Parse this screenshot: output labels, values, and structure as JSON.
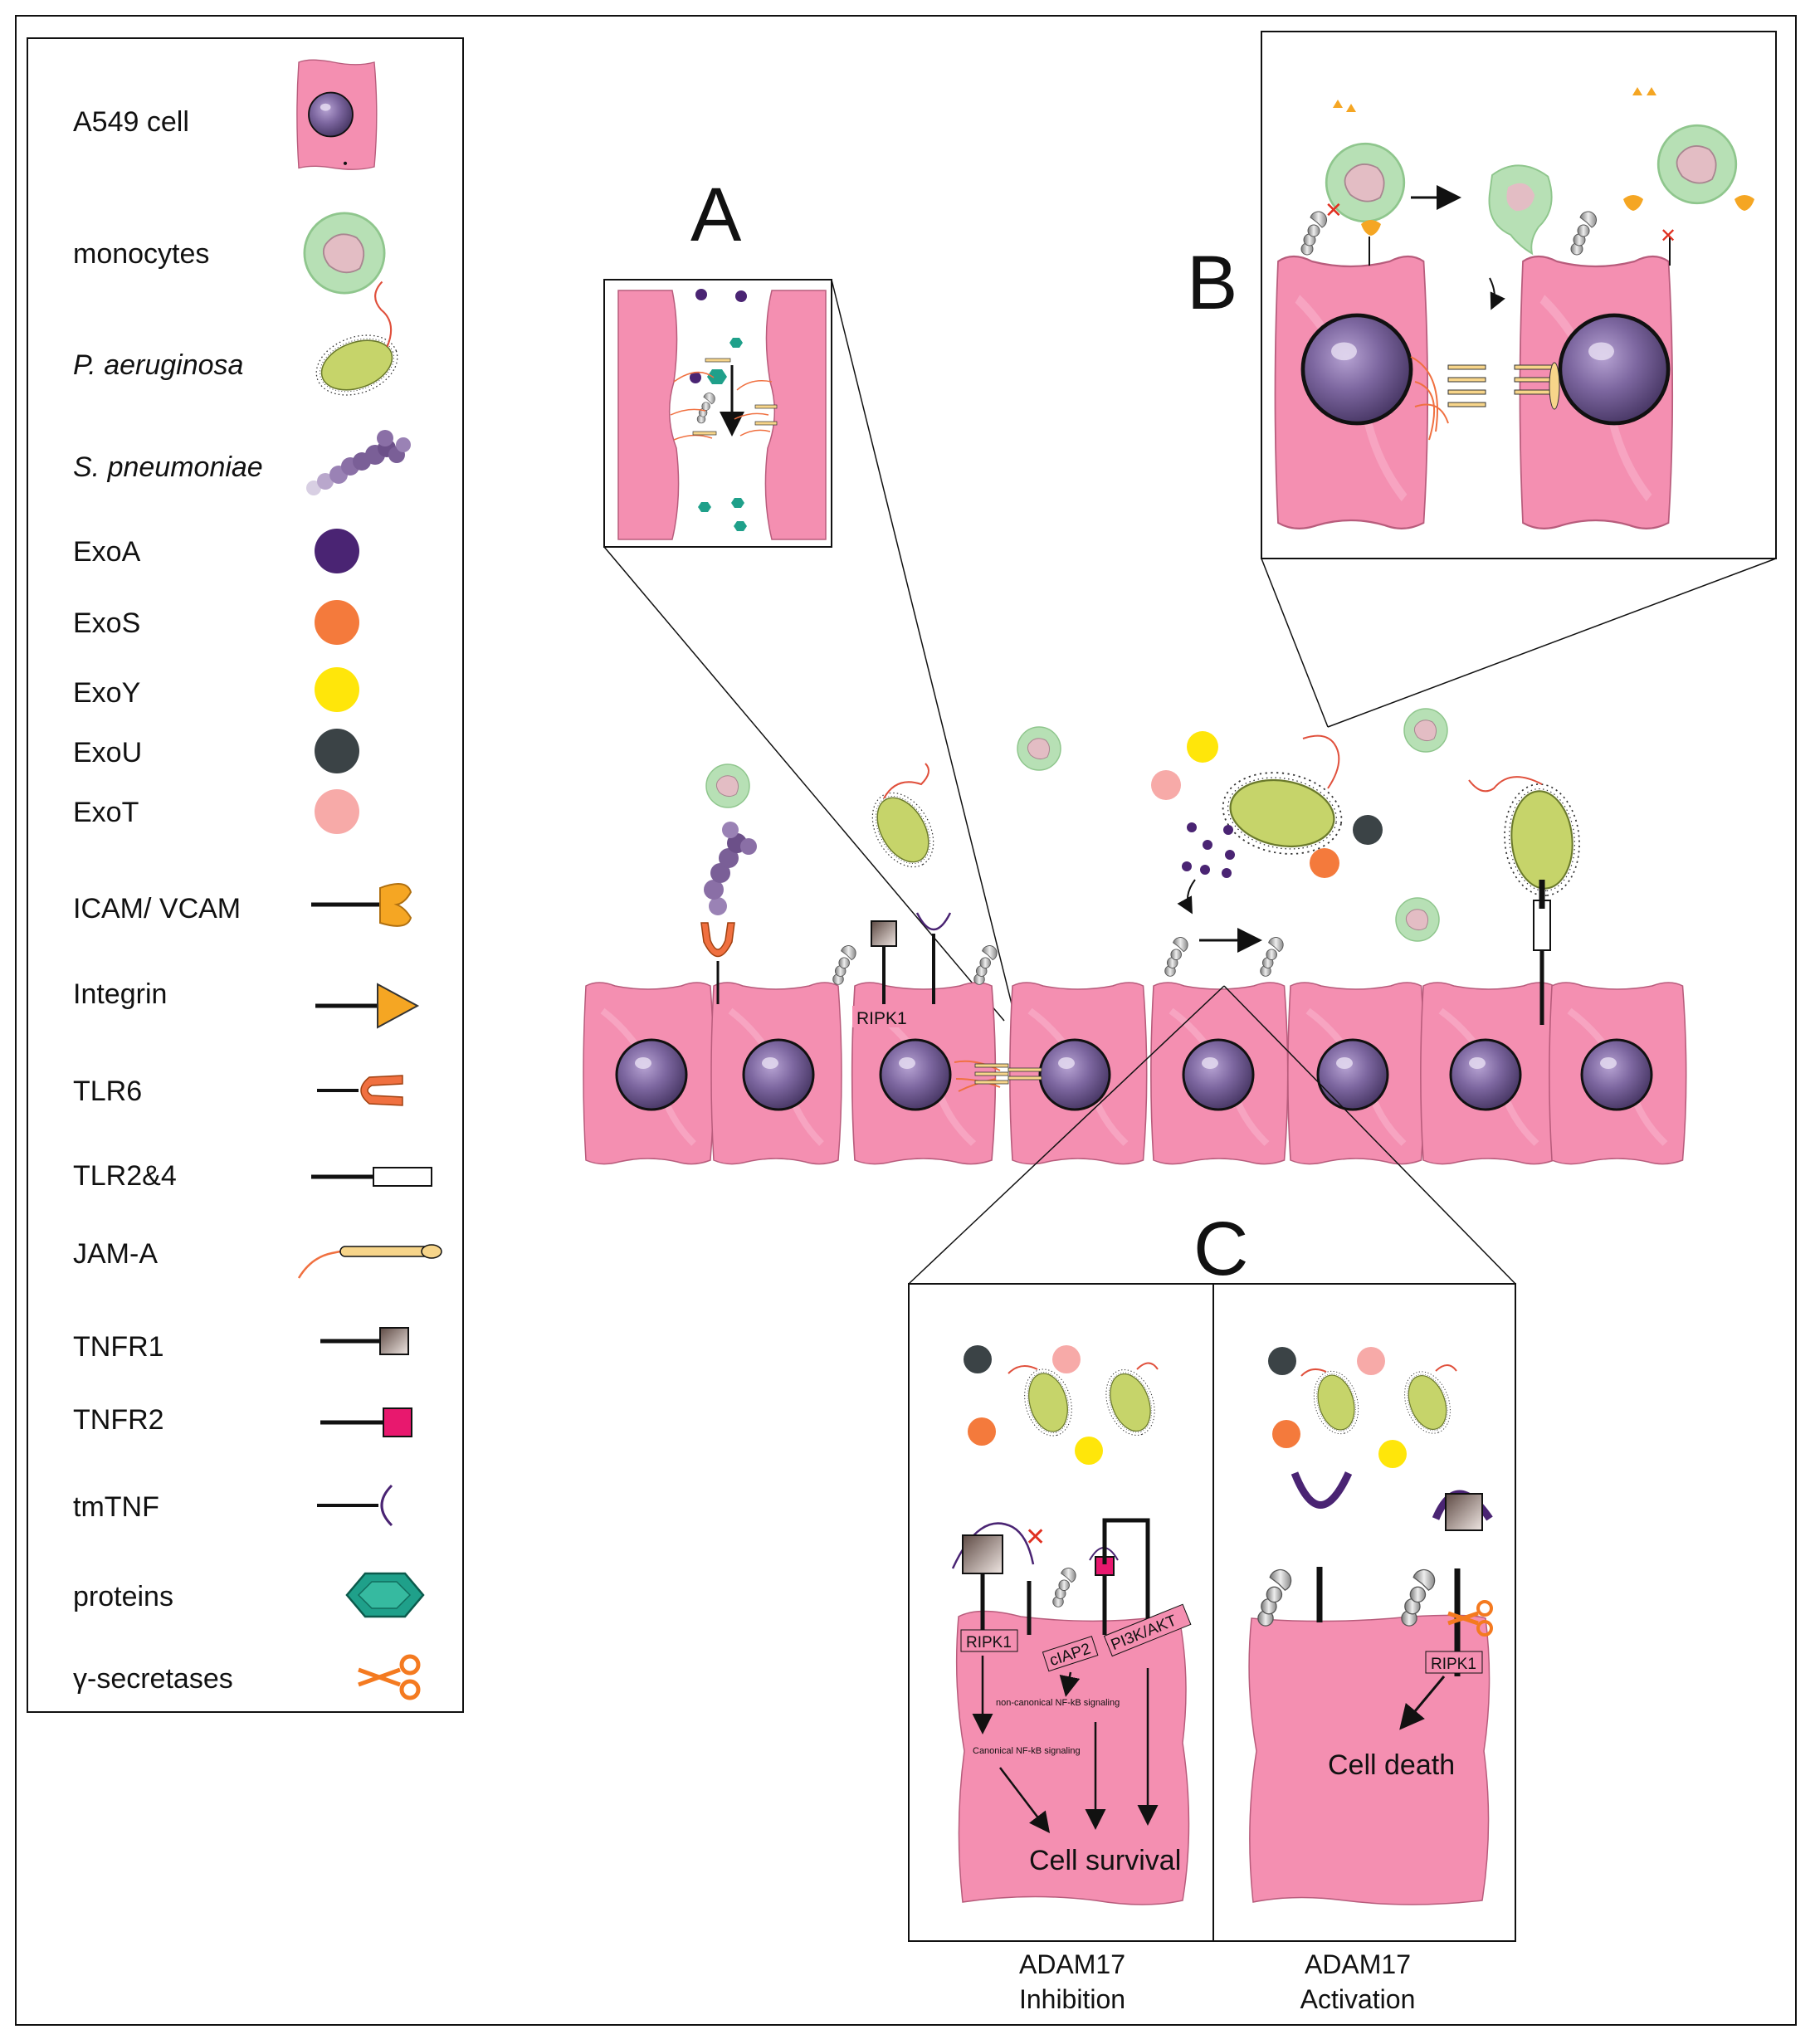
{
  "legend": {
    "items": [
      {
        "label": "A549 cell",
        "italic": false,
        "icon": "a549-cell-icon"
      },
      {
        "label": "monocytes",
        "italic": false,
        "icon": "monocyte-icon"
      },
      {
        "label": "P. aeruginosa",
        "italic": true,
        "icon": "p-aeruginosa-icon"
      },
      {
        "label": "S. pneumoniae",
        "italic": true,
        "icon": "s-pneumoniae-icon"
      },
      {
        "label": "ExoA",
        "italic": false,
        "icon": "exoa-dot-icon",
        "color": "#4a2473"
      },
      {
        "label": "ExoS",
        "italic": false,
        "icon": "exos-dot-icon",
        "color": "#f47a3c"
      },
      {
        "label": "ExoY",
        "italic": false,
        "icon": "exoy-dot-icon",
        "color": "#ffe60a"
      },
      {
        "label": "ExoU",
        "italic": false,
        "icon": "exou-dot-icon",
        "color": "#3b4346"
      },
      {
        "label": "ExoT",
        "italic": false,
        "icon": "exot-dot-icon",
        "color": "#f7aaa8"
      },
      {
        "label": "ICAM/ VCAM",
        "italic": false,
        "icon": "icam-vcam-receptor-icon"
      },
      {
        "label": "Integrin",
        "italic": false,
        "icon": "integrin-receptor-icon"
      },
      {
        "label": "TLR6",
        "italic": false,
        "icon": "tlr6-receptor-icon"
      },
      {
        "label": "TLR2&4",
        "italic": false,
        "icon": "tlr2-4-receptor-icon"
      },
      {
        "label": "JAM-A",
        "italic": false,
        "icon": "jam-a-junction-icon"
      },
      {
        "label": "TNFR1",
        "italic": false,
        "icon": "tnfr1-receptor-icon"
      },
      {
        "label": "TNFR2",
        "italic": false,
        "icon": "tnfr2-receptor-icon"
      },
      {
        "label": "tmTNF",
        "italic": false,
        "icon": "tmtnf-ligand-icon"
      },
      {
        "label": "proteins",
        "italic": false,
        "icon": "protein-hexagon-icon"
      },
      {
        "label": "γ-secretases",
        "italic": false,
        "icon": "scissors-icon"
      }
    ]
  },
  "panels": {
    "a": {
      "letter": "A"
    },
    "b": {
      "letter": "B"
    },
    "c": {
      "letter": "C"
    }
  },
  "main": {
    "ripk1_label": "RIPK1"
  },
  "panel_c": {
    "left": {
      "ripk1": "RIPK1",
      "ciap2": "cIAP2",
      "pi3k": "PI3K/AKT",
      "noncanonical": "non-canonical NF-kB signaling",
      "canonical": "Canonical NF-kB signaling",
      "outcome": "Cell survival",
      "caption_line1": "ADAM17",
      "caption_line2": "Inhibition"
    },
    "right": {
      "ripk1": "RIPK1",
      "outcome": "Cell death",
      "caption_line1": "ADAM17",
      "caption_line2": "Activation"
    }
  },
  "colors": {
    "cell_pink": "#f48fb1",
    "cell_outline": "#c2607f",
    "nucleus": "#6a5689",
    "monocyte_green": "#b7e0b5",
    "bacteria_green": "#c6d46a",
    "exoA": "#4a2473",
    "exoS": "#f47a3c",
    "exoY": "#ffe60a",
    "exoU": "#3b4346",
    "exoT": "#f7aaa8",
    "protein": "#1fa08a",
    "tnfr2": "#e8186e",
    "icam": "#f5a623",
    "scissors": "#f47a20"
  }
}
